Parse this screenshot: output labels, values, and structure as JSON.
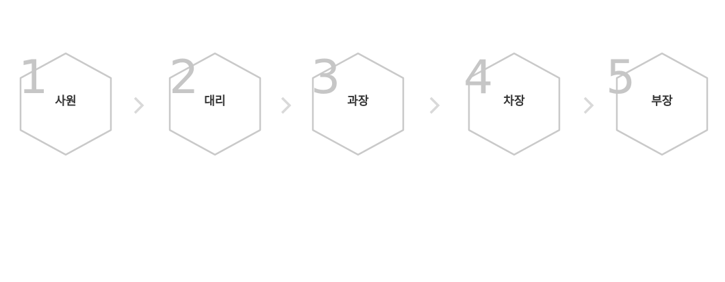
{
  "colors": {
    "hex_stroke": "#c9c9c9",
    "number": "#c6c6c6",
    "label": "#333333",
    "arrow": "#d9d9d9"
  },
  "steps": [
    {
      "number": "1",
      "label": "사원"
    },
    {
      "number": "2",
      "label": "대리"
    },
    {
      "number": "3",
      "label": "과장"
    },
    {
      "number": "4",
      "label": "차장"
    },
    {
      "number": "5",
      "label": "부장"
    }
  ],
  "arrow_icon": "chevron-right-icon"
}
